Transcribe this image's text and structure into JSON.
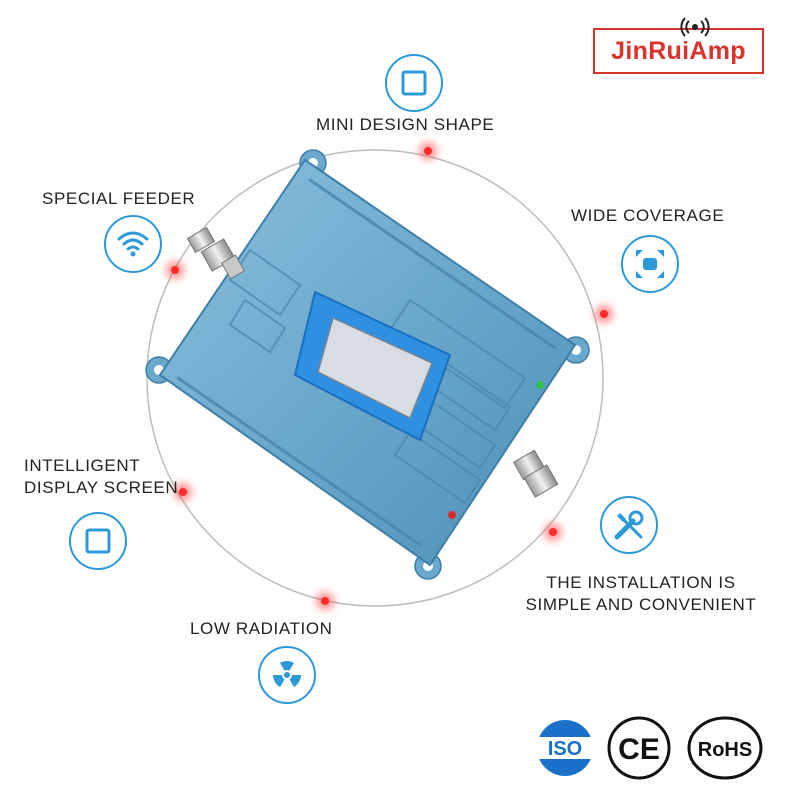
{
  "brand": {
    "name": "JinRuiAmp",
    "color": "#d8332c"
  },
  "features": {
    "mini_design": {
      "label": "MINI DESIGN SHAPE",
      "icon": "square-icon"
    },
    "special_feeder": {
      "label": "SPECIAL FEEDER",
      "icon": "wifi-icon"
    },
    "wide_coverage": {
      "label": "WIDE COVERAGE",
      "icon": "expand-arrows-icon"
    },
    "intelligent_display": {
      "label_line1": "INTELLIGENT",
      "label_line2": "DISPLAY SCREEN",
      "icon": "square-icon"
    },
    "installation": {
      "label_line1": "THE INSTALLATION IS",
      "label_line2": "SIMPLE AND CONVENIENT",
      "icon": "tools-icon"
    },
    "low_radiation": {
      "label": "LOW RADIATION",
      "icon": "radiation-icon"
    }
  },
  "certifications": [
    "ISO",
    "CE",
    "RoHS"
  ],
  "colors": {
    "accent": "#2c9ad8",
    "device": "#6aa8cc",
    "marker": "#ff2a2a"
  }
}
